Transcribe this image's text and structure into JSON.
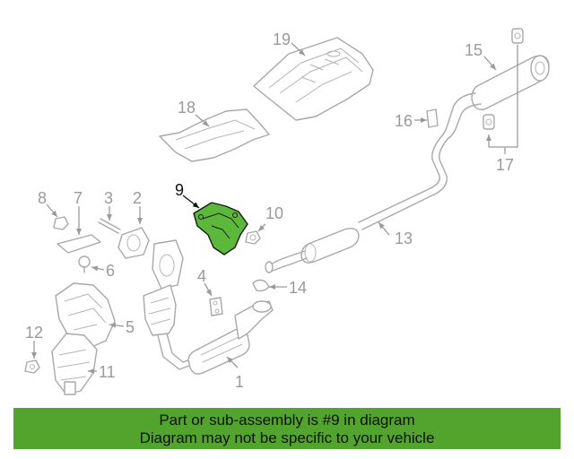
{
  "labels": {
    "p1": "1",
    "p2": "2",
    "p3": "3",
    "p4": "4",
    "p5": "5",
    "p6": "6",
    "p7": "7",
    "p8": "8",
    "p9": "9",
    "p10": "10",
    "p11": "11",
    "p12": "12",
    "p13": "13",
    "p14": "14",
    "p15": "15",
    "p16": "16",
    "p17": "17",
    "p18": "18",
    "p19": "19"
  },
  "highlight": {
    "part": "9",
    "color": "#5cb83a"
  },
  "banner": {
    "line1": "Part or sub-assembly is #9 in diagram",
    "line2": "Diagram may not be specific to your vehicle",
    "color": "#53a32f"
  }
}
